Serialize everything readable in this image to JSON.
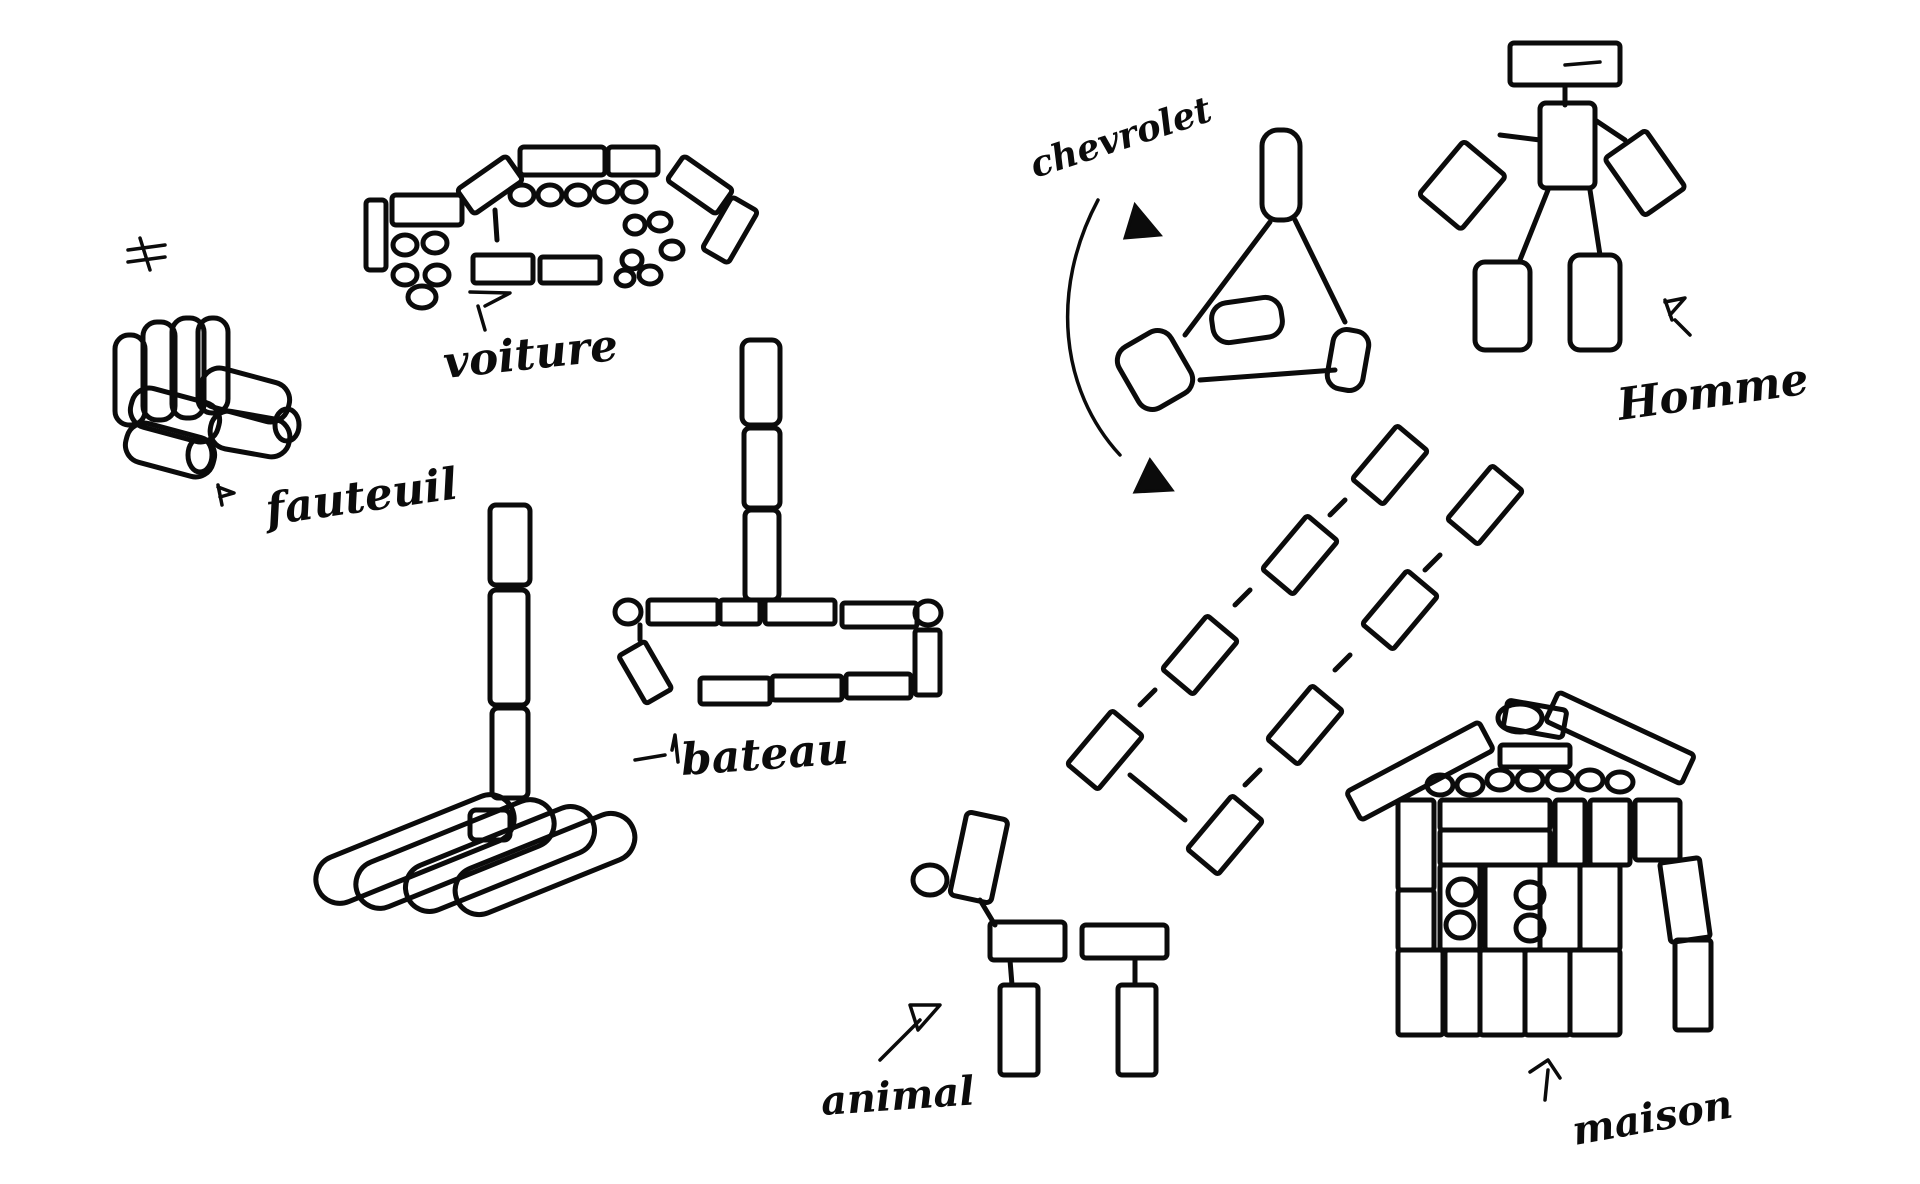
{
  "labels": {
    "fauteuil": "fauteuil",
    "voiture": "voiture",
    "bateau": "bateau",
    "chevrolet": "chevrolet",
    "homme": "Homme",
    "animal": "animal",
    "maison": "maison"
  }
}
